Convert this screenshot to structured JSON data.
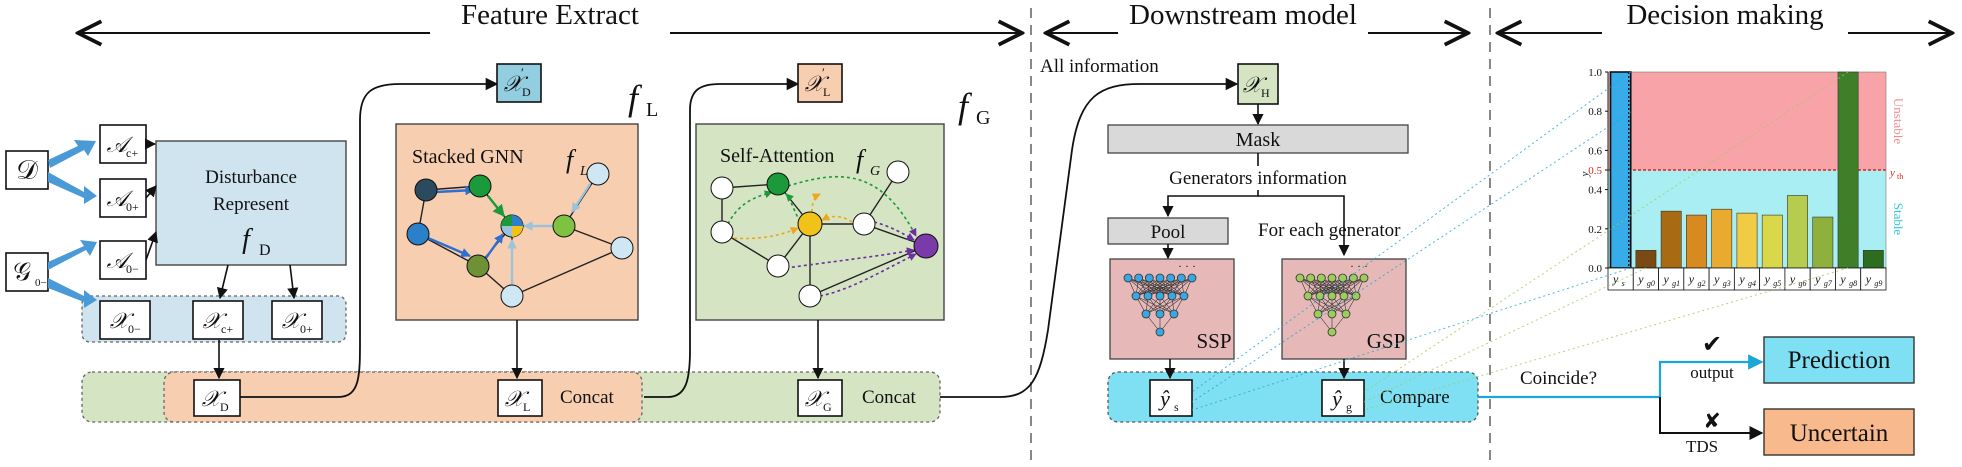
{
  "sections": {
    "feature_extract": "Feature Extract",
    "downstream": "Downstream model",
    "decision": "Decision making"
  },
  "inputs": {
    "D": "𝒟",
    "G0": "𝒢",
    "G0_sub": "0−"
  },
  "admittance": [
    {
      "main": "𝒜",
      "sub": "c+"
    },
    {
      "main": "𝒜",
      "sub": "0+"
    },
    {
      "main": "𝒜",
      "sub": "0−"
    }
  ],
  "disturbance": {
    "line1": "Disturbance",
    "line2": "Represent",
    "fn": "f",
    "fn_sub": "D"
  },
  "x_feats": [
    {
      "main": "𝒳",
      "sub": "0−"
    },
    {
      "main": "𝒳",
      "sub": "c+"
    },
    {
      "main": "𝒳",
      "sub": "0+"
    }
  ],
  "xD": {
    "main": "𝒳",
    "sub": "D"
  },
  "xD_prime": {
    "main": "𝒳",
    "sub": "D",
    "sup": "′"
  },
  "xL_prime": {
    "main": "𝒳",
    "sub": "L",
    "sup": "′"
  },
  "xL": {
    "main": "𝒳",
    "sub": "L"
  },
  "xG": {
    "main": "𝒳",
    "sub": "G"
  },
  "xH": {
    "main": "𝒳",
    "sub": "H"
  },
  "fL_label": {
    "main": "f",
    "sub": "L"
  },
  "fG_label": {
    "main": "f",
    "sub": "G"
  },
  "gnn_title": "Stacked GNN",
  "gnn_fn": {
    "main": "f",
    "sub": "L"
  },
  "attn_title": "Self-Attention",
  "attn_fn": {
    "main": "f",
    "sub": "G"
  },
  "concat1": "Concat",
  "concat2": "Concat",
  "all_info": "All information",
  "mask": "Mask",
  "gen_info": "Generators information",
  "pool": "Pool",
  "for_each": "For each generator",
  "ssp": "SSP",
  "gsp": "GSP",
  "ys_hat": {
    "main": "ŷ",
    "sub": "s"
  },
  "yg_hat": {
    "main": "ŷ",
    "sub": "g"
  },
  "compare": "Compare",
  "coincide": "Coincide?",
  "check": "✔",
  "cross": "✘",
  "output": "output",
  "tds": "TDS",
  "prediction": "Prediction",
  "uncertain": "Uncertain",
  "chart_data": {
    "type": "bar",
    "categories": [
      "y_s",
      "y_g0",
      "y_g1",
      "y_g2",
      "y_g3",
      "y_g4",
      "y_g5",
      "y_g6",
      "y_g7",
      "y_g8",
      "y_g9"
    ],
    "category_labels": [
      {
        "main": "y",
        "sub": "s"
      },
      {
        "main": "y",
        "sub": "g0"
      },
      {
        "main": "y",
        "sub": "g1"
      },
      {
        "main": "y",
        "sub": "g2"
      },
      {
        "main": "y",
        "sub": "g3"
      },
      {
        "main": "y",
        "sub": "g4"
      },
      {
        "main": "y",
        "sub": "g5"
      },
      {
        "main": "y",
        "sub": "g6"
      },
      {
        "main": "y",
        "sub": "g7"
      },
      {
        "main": "y",
        "sub": "g8"
      },
      {
        "main": "y",
        "sub": "g9"
      }
    ],
    "values": [
      1.0,
      0.09,
      0.29,
      0.27,
      0.3,
      0.28,
      0.27,
      0.37,
      0.26,
      1.0,
      0.09
    ],
    "colors": [
      "#36ace8",
      "#7a4a14",
      "#a86b14",
      "#d78a20",
      "#e9ab2f",
      "#f2cb45",
      "#d8d84a",
      "#b6cc4f",
      "#8fb03d",
      "#3f7f27",
      "#2d6d1f"
    ],
    "ylim": [
      0,
      1.0
    ],
    "yticks": [
      "0.0",
      "0.2",
      "0.4",
      "0.5",
      "0.6",
      "0.8",
      "1.0"
    ],
    "ylabel": "y",
    "threshold": 0.5,
    "threshold_label": "y",
    "threshold_sub": "th",
    "unstable_label": "Unstable",
    "stable_label": "Stable",
    "colors_region": {
      "unstable": "#f7a3a8",
      "stable": "#a9eef2",
      "threshold": "#d9261c"
    }
  }
}
